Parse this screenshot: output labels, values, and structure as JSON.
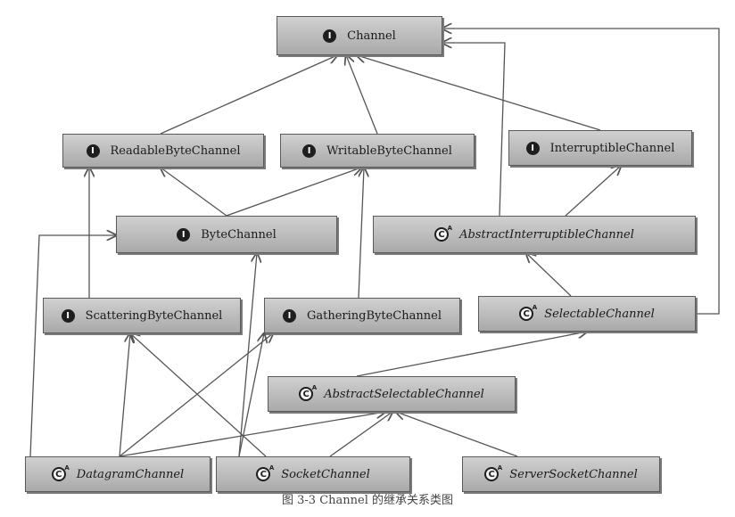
{
  "diagram": {
    "caption": "图 3-3   Channel 的继承关系类图",
    "nodes": [
      {
        "id": "channel",
        "label": "Channel",
        "kind": "interface",
        "icon": "I"
      },
      {
        "id": "readable",
        "label": "ReadableByteChannel",
        "kind": "interface",
        "icon": "I"
      },
      {
        "id": "writable",
        "label": "WritableByteChannel",
        "kind": "interface",
        "icon": "I"
      },
      {
        "id": "interruptible",
        "label": "InterruptibleChannel",
        "kind": "interface",
        "icon": "I"
      },
      {
        "id": "bytechannel",
        "label": "ByteChannel",
        "kind": "interface",
        "icon": "I"
      },
      {
        "id": "abstractinterruptible",
        "label": "AbstractInterruptibleChannel",
        "kind": "abstract",
        "icon": "C"
      },
      {
        "id": "scattering",
        "label": "ScatteringByteChannel",
        "kind": "interface",
        "icon": "I"
      },
      {
        "id": "gathering",
        "label": "GatheringByteChannel",
        "kind": "interface",
        "icon": "I"
      },
      {
        "id": "selectable",
        "label": "SelectableChannel",
        "kind": "abstract",
        "icon": "C"
      },
      {
        "id": "abstractselectable",
        "label": "AbstractSelectableChannel",
        "kind": "abstract",
        "icon": "C"
      },
      {
        "id": "datagram",
        "label": "DatagramChannel",
        "kind": "abstract",
        "icon": "C"
      },
      {
        "id": "socket",
        "label": "SocketChannel",
        "kind": "abstract",
        "icon": "C"
      },
      {
        "id": "serversocket",
        "label": "ServerSocketChannel",
        "kind": "abstract",
        "icon": "C"
      }
    ],
    "edges": [
      {
        "from": "readable",
        "to": "channel"
      },
      {
        "from": "writable",
        "to": "channel"
      },
      {
        "from": "interruptible",
        "to": "channel"
      },
      {
        "from": "abstractinterruptible",
        "to": "channel"
      },
      {
        "from": "selectable",
        "to": "channel"
      },
      {
        "from": "bytechannel",
        "to": "readable"
      },
      {
        "from": "bytechannel",
        "to": "writable"
      },
      {
        "from": "scattering",
        "to": "readable"
      },
      {
        "from": "gathering",
        "to": "writable"
      },
      {
        "from": "abstractinterruptible",
        "to": "interruptible"
      },
      {
        "from": "selectable",
        "to": "abstractinterruptible"
      },
      {
        "from": "abstractselectable",
        "to": "selectable"
      },
      {
        "from": "datagram",
        "to": "bytechannel"
      },
      {
        "from": "datagram",
        "to": "scattering"
      },
      {
        "from": "datagram",
        "to": "gathering"
      },
      {
        "from": "datagram",
        "to": "abstractselectable"
      },
      {
        "from": "socket",
        "to": "bytechannel"
      },
      {
        "from": "socket",
        "to": "scattering"
      },
      {
        "from": "socket",
        "to": "gathering"
      },
      {
        "from": "socket",
        "to": "abstractselectable"
      },
      {
        "from": "serversocket",
        "to": "abstractselectable"
      }
    ]
  }
}
